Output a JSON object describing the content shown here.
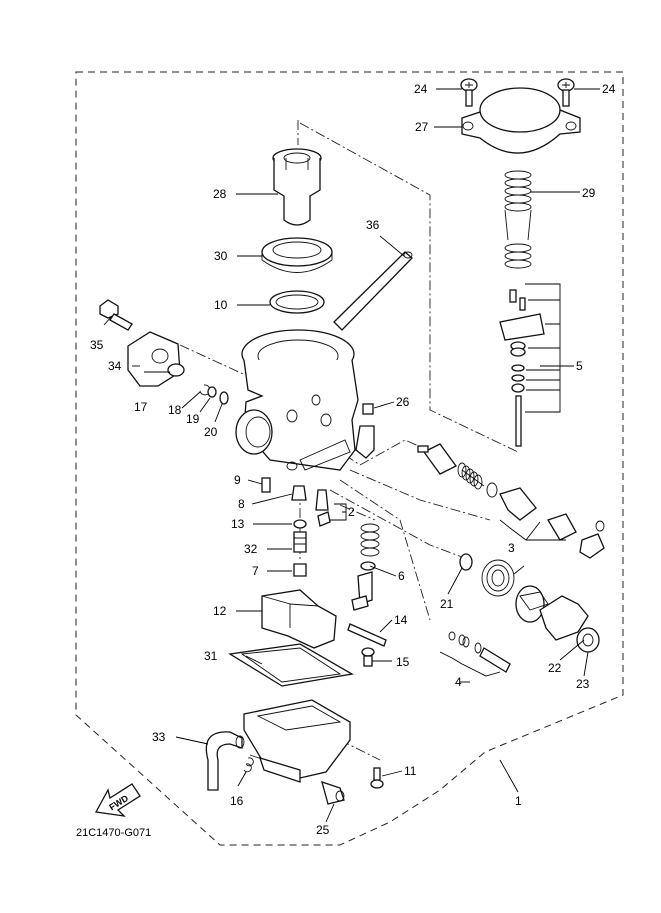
{
  "diagram": {
    "figure_code": "21C1470-G071",
    "fwd_text": "FWD",
    "callouts": {
      "p1": "1",
      "p2": "2",
      "p3": "3",
      "p4": "4",
      "p5": "5",
      "p6": "6",
      "p7": "7",
      "p8": "8",
      "p9": "9",
      "p10": "10",
      "p11": "11",
      "p12": "12",
      "p13": "13",
      "p14": "14",
      "p15": "15",
      "p16": "16",
      "p17": "17",
      "p18": "18",
      "p19": "19",
      "p20": "20",
      "p21": "21",
      "p22": "22",
      "p23": "23",
      "p24a": "24",
      "p24b": "24",
      "p25": "25",
      "p26": "26",
      "p27": "27",
      "p28": "28",
      "p29": "29",
      "p30": "30",
      "p31": "31",
      "p32": "32",
      "p33": "33",
      "p34": "34",
      "p35": "35",
      "p36": "36"
    }
  }
}
